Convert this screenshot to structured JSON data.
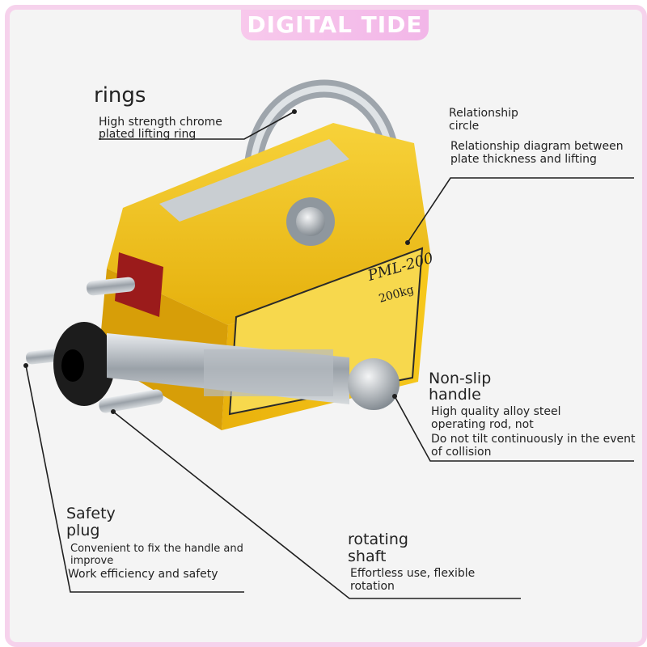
{
  "brand": "DIGITAL TIDE",
  "product": {
    "model": "PML-200",
    "capacity": "200kg",
    "colors": {
      "body": "#f5c214",
      "shadow": "#d79e08",
      "steel": "#b9bfc6",
      "black": "#1c1c1c",
      "accent": "#f2b6e8"
    }
  },
  "callouts": {
    "rings": {
      "title": "rings",
      "lines": [
        "High strength chrome",
        "plated lifting ring"
      ]
    },
    "relationship": {
      "title_lines": [
        "Relationship",
        "circle"
      ],
      "lines": [
        "Relationship diagram between",
        "plate thickness and lifting"
      ]
    },
    "handle": {
      "title_lines": [
        "Non-slip",
        "handle"
      ],
      "lines": [
        "High quality alloy steel",
        "operating rod, not",
        "Do not tilt continuously in the event",
        "of collision"
      ]
    },
    "safety": {
      "title_lines": [
        "Safety",
        "plug"
      ],
      "lines": [
        "Convenient to fix the handle and",
        "improve"
      ],
      "tagline": "Work efficiency and safety"
    },
    "shaft": {
      "title_lines": [
        "rotating",
        "shaft"
      ],
      "lines": [
        "Effortless use, flexible",
        "rotation"
      ]
    }
  }
}
